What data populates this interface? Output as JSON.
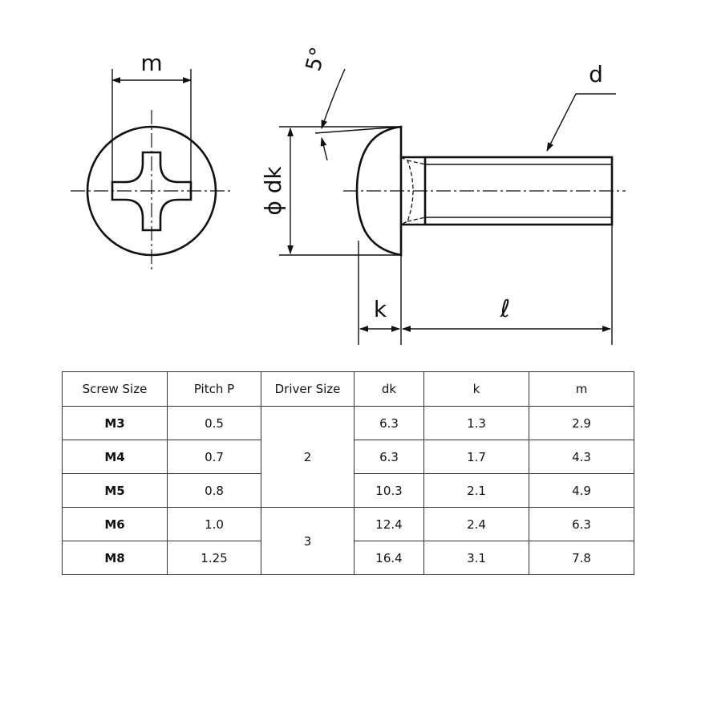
{
  "diagram": {
    "labels": {
      "m": "m",
      "angle": "5°",
      "d": "d",
      "dk": "ϕ dk",
      "k": "k",
      "length": "ℓ"
    }
  },
  "table": {
    "headers": [
      "Screw Size",
      "Pitch P",
      "Driver Size",
      "dk",
      "k",
      "m"
    ],
    "rows": [
      {
        "size": "M3",
        "pitch": "0.5",
        "dk": "6.3",
        "k": "1.3",
        "m": "2.9"
      },
      {
        "size": "M4",
        "pitch": "0.7",
        "dk": "6.3",
        "k": "1.7",
        "m": "4.3"
      },
      {
        "size": "M5",
        "pitch": "0.8",
        "dk": "10.3",
        "k": "2.1",
        "m": "4.9"
      },
      {
        "size": "M6",
        "pitch": "1.0",
        "dk": "12.4",
        "k": "2.4",
        "m": "6.3"
      },
      {
        "size": "M8",
        "pitch": "1.25",
        "dk": "16.4",
        "k": "3.1",
        "m": "7.8"
      }
    ],
    "driver_groups": [
      {
        "label": "2",
        "rows": "M3–M5"
      },
      {
        "label": "3",
        "rows": "M6–M8"
      }
    ]
  }
}
